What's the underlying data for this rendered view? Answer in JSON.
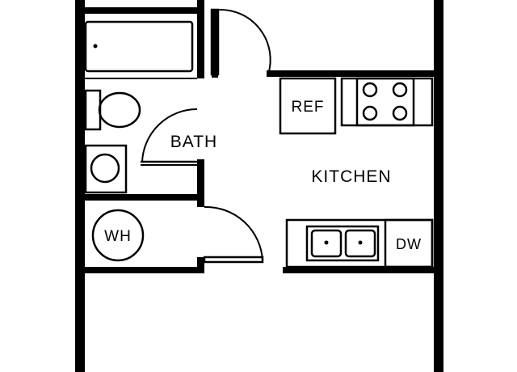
{
  "colors": {
    "wall": "#000000",
    "background": "#ffffff"
  },
  "rooms": {
    "bath": "BATH",
    "kitchen": "KITCHEN"
  },
  "fixtures": {
    "refrigerator": "REF",
    "dishwasher": "DW",
    "water_heater": "WH"
  }
}
